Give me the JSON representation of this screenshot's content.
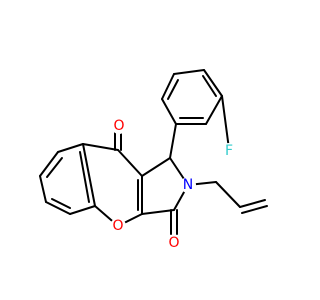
{
  "molecule": {
    "atoms": {
      "o_ketone": {
        "symbol": "O",
        "color": "#ff0000"
      },
      "o_ring": {
        "symbol": "O",
        "color": "#ff0000"
      },
      "o_lactam": {
        "symbol": "O",
        "color": "#ff0000"
      },
      "n_ring": {
        "symbol": "N",
        "color": "#0000ff"
      },
      "f_sub": {
        "symbol": "F",
        "color": "#33cccc"
      }
    }
  }
}
